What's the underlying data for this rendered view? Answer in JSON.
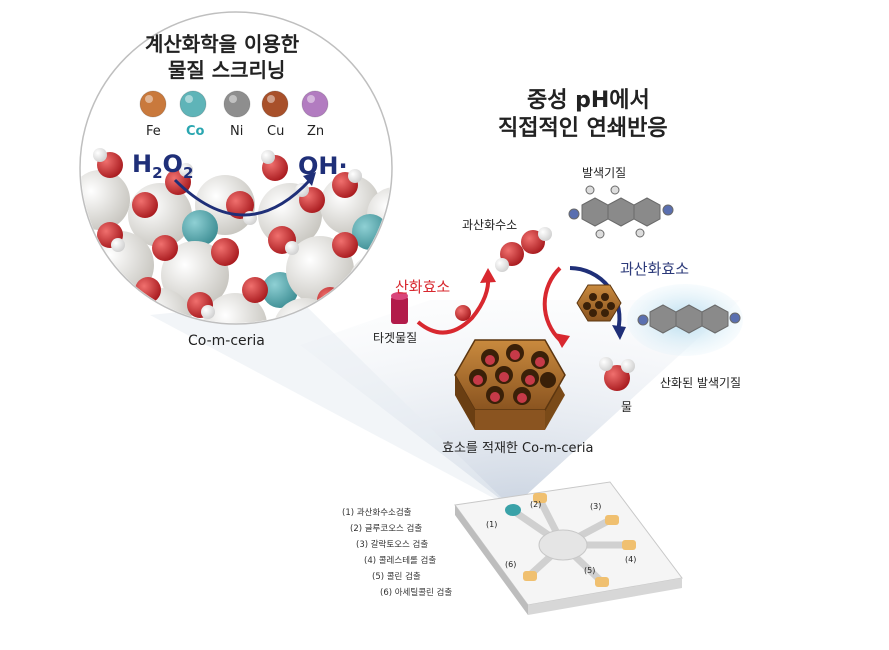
{
  "circle": {
    "title_line1": "계산화학을 이용한",
    "title_line2": "물질 스크리닝",
    "elements": [
      {
        "symbol": "Fe",
        "color": "#c9793c"
      },
      {
        "symbol": "Co",
        "color": "#5fb4b8"
      },
      {
        "symbol": "Ni",
        "color": "#8e8e8e"
      },
      {
        "symbol": "Cu",
        "color": "#a8502a"
      },
      {
        "symbol": "Zn",
        "color": "#b27cc0"
      }
    ],
    "highlight_color": "#2aa6b0",
    "reactant_main": "H",
    "reactant_sub1": "2",
    "reactant_mid": "O",
    "reactant_sub2": "2",
    "product": "OH·",
    "label": "Co-m-ceria"
  },
  "reaction": {
    "heading_line1": "중성 pH에서",
    "heading_line2": "직접적인 연쇄반응",
    "substrate": "발색기질",
    "peroxide": "과산화수소",
    "oxidase": "산화효소",
    "peroxidase": "과산화효소",
    "target": "타겟물질",
    "oxidized_substrate": "산화된 발색기질",
    "water": "물",
    "catalyst": "효소를 적재한 Co-m-ceria",
    "oxidase_color": "#d8282f",
    "peroxidase_color": "#2c3a7a"
  },
  "chip": {
    "detections": [
      "(1) 과산화수소검출",
      "(2) 글루코오스 검출",
      "(3) 갈락토오스 검출",
      "(4) 콜레스테롤 검출",
      "(5) 콜린 검출",
      "(6) 아세틸콜린 검출"
    ],
    "ports": [
      "(1)",
      "(2)",
      "(3)",
      "(4)",
      "(5)",
      "(6)"
    ]
  }
}
